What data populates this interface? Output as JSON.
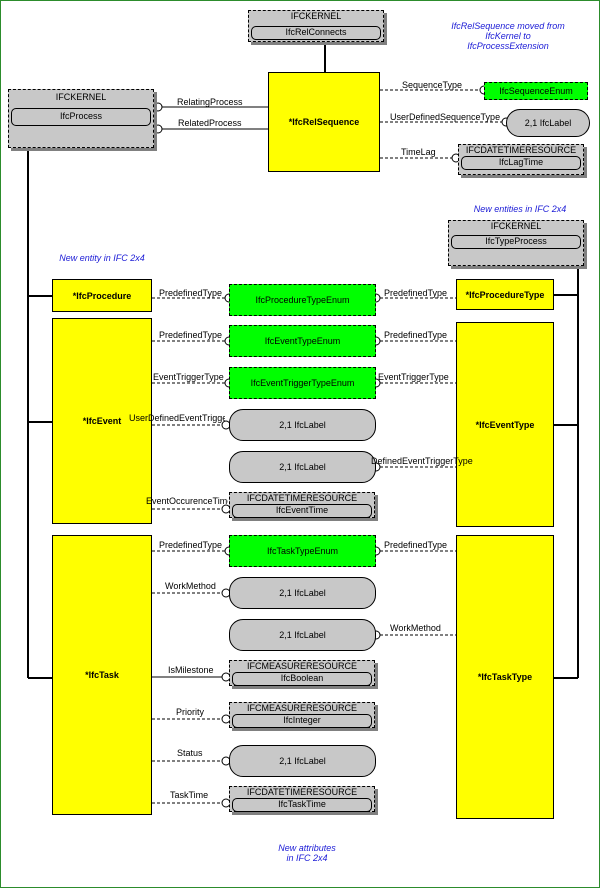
{
  "notes": {
    "moved": [
      "IfcRelSequence moved from",
      "IfcKernel to",
      "IfcProcessExtension"
    ],
    "new_entities": "New entities in IFC 2x4",
    "new_entity": "New entity in IFC 2x4",
    "new_attributes": [
      "New attributes",
      "in IFC 2x4"
    ]
  },
  "refs": {
    "relconnects": {
      "schema": "IFCKERNEL",
      "entity": "IfcRelConnects"
    },
    "process": {
      "schema": "IFCKERNEL",
      "entity": "IfcProcess"
    },
    "typeprocess": {
      "schema": "IFCKERNEL",
      "entity": "IfcTypeProcess"
    },
    "lagtime": {
      "schema": "IFCDATETIMERESOURCE",
      "entity": "IfcLagTime"
    },
    "eventtime": {
      "schema": "IFCDATETIMERESOURCE",
      "entity": "IfcEventTime"
    },
    "boolean": {
      "schema": "IFCMEASURERESOURCE",
      "entity": "IfcBoolean"
    },
    "integer": {
      "schema": "IFCMEASURERESOURCE",
      "entity": "IfcInteger"
    },
    "tasktime": {
      "schema": "IFCDATETIMERESOURCE",
      "entity": "IfcTaskTime"
    }
  },
  "entities": {
    "relsequence": "*IfcRelSequence",
    "procedure": "*IfcProcedure",
    "event": "*IfcEvent",
    "task": "*IfcTask",
    "proceduretype": "*IfcProcedureType",
    "eventtype": "*IfcEventType",
    "tasktype": "*IfcTaskType"
  },
  "enums": {
    "sequence": "IfcSequenceEnum",
    "proceduretype": "IfcProcedureTypeEnum",
    "eventtype": "IfcEventTypeEnum",
    "eventtrigger": "IfcEventTriggerTypeEnum",
    "tasktype": "IfcTaskTypeEnum"
  },
  "pills": {
    "userdefseq": "2,1 IfcLabel",
    "eventlabel1": "2,1 IfcLabel",
    "eventlabel2": "2,1 IfcLabel",
    "workmethod": "2,1 IfcLabel",
    "workmethod_type": "2,1 IfcLabel",
    "status": "2,1 IfcLabel"
  },
  "labels": {
    "relating": "RelatingProcess",
    "related": "RelatedProcess",
    "sequencetype": "SequenceType",
    "userdefinedsequencetype": "UserDefinedSequenceType",
    "timelag": "TimeLag",
    "proc_predef_left": "PredefinedType",
    "proc_predef_right": "PredefinedType",
    "event_predef_left": "PredefinedType",
    "event_predef_right": "PredefinedType",
    "eventtrigger_left": "EventTriggerType",
    "eventtrigger_right": "EventTriggerType",
    "userdefinedeventtrigger": "UserDefinedEventTrigger",
    "definedeventtriggertype": "DefinedEventTriggerType",
    "eventoccurence": "EventOccurenceTime",
    "task_predef_left": "PredefinedType",
    "task_predef_right": "PredefinedType",
    "workmethod_left": "WorkMethod",
    "workmethod_right": "WorkMethod",
    "ismilestone": "IsMilestone",
    "priority": "Priority",
    "status": "Status",
    "tasktime": "TaskTime"
  }
}
